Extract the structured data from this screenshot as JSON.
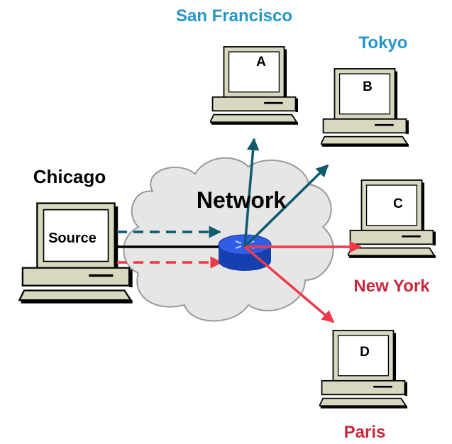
{
  "labels": {
    "san_francisco": "San Francisco",
    "tokyo": "Tokyo",
    "chicago": "Chicago",
    "new_york": "New York",
    "paris": "Paris",
    "network": "Network"
  },
  "hosts": {
    "source": "Source",
    "a": "A",
    "b": "B",
    "c": "C",
    "d": "D"
  },
  "colors": {
    "blue_label": "#2596c8",
    "red_label": "#c8283c",
    "teal_arrow": "#0e5a6e",
    "red_arrow": "#ee3a48",
    "cloud": "#e6e6e6",
    "router": "#1f4fd8",
    "computer": "#d8d8c0"
  },
  "icons": {
    "router": "router-icon",
    "cloud": "cloud-icon",
    "computer": "computer-icon"
  }
}
